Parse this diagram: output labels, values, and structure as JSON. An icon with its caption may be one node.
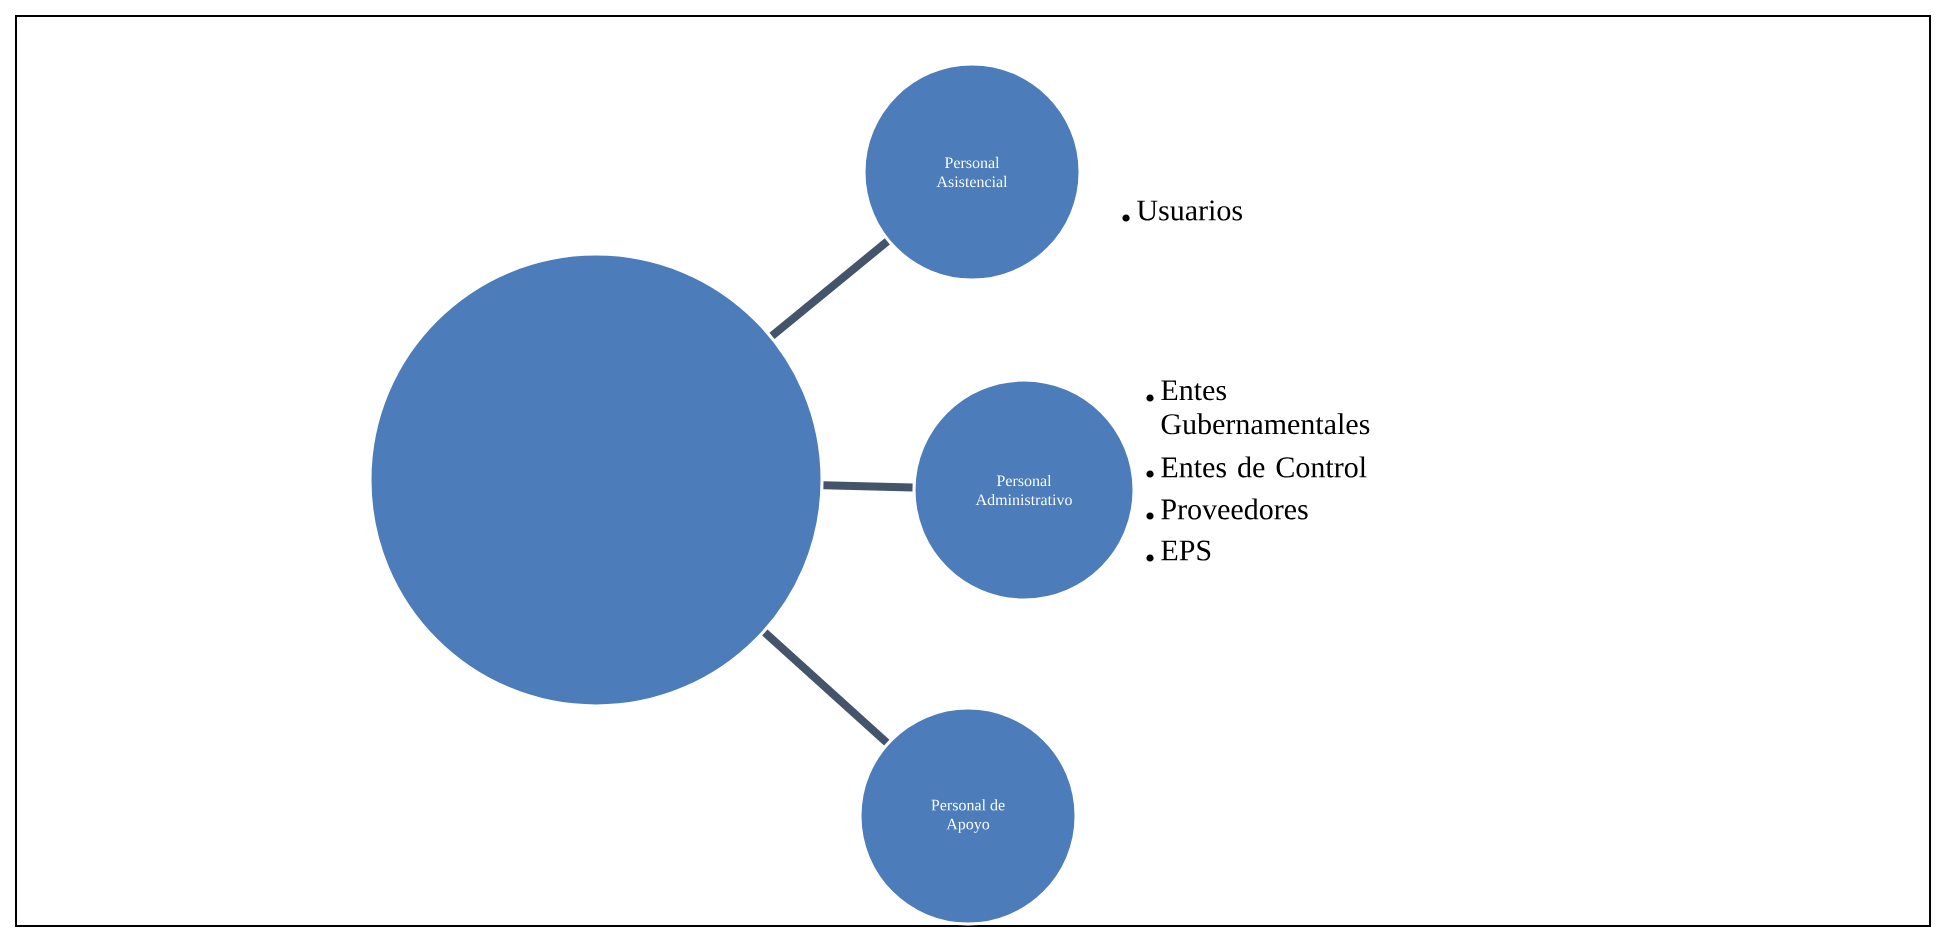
{
  "diagram": {
    "nodes": [
      {
        "text": [],
        "shape": "circle"
      },
      {
        "text": [
          "Personal Asistencial"
        ],
        "beside": [
          "Usuarios"
        ]
      },
      {
        "text": [
          "Personal Administrativo"
        ],
        "beside": [
          "Entes Gubernamentales",
          "Entes de Control",
          "Proveedores",
          "EPS"
        ]
      },
      {
        "text": [
          "Personal de Apoyo"
        ]
      }
    ],
    "edges": [
      {
        "from": 0,
        "to": 1,
        "arrow": "none"
      },
      {
        "from": 0,
        "to": 2,
        "arrow": "none"
      },
      {
        "from": 0,
        "to": 3,
        "arrow": "none"
      }
    ]
  }
}
